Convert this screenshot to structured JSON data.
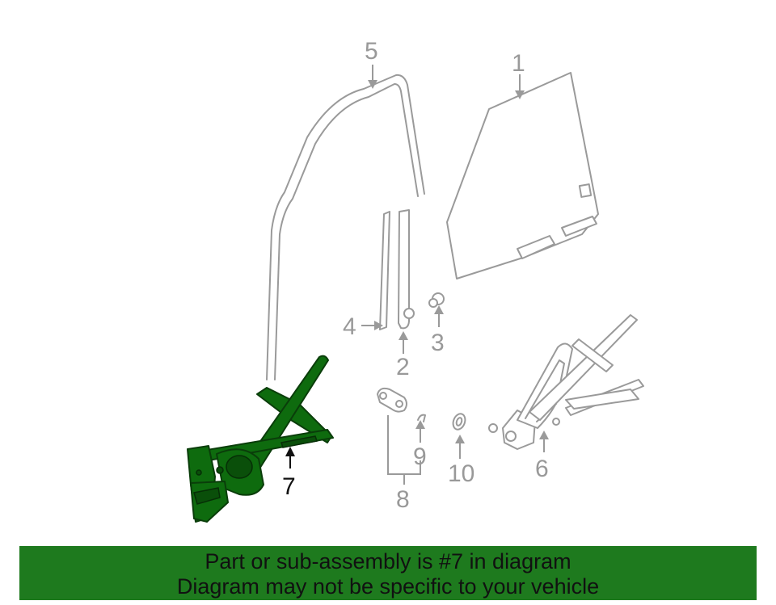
{
  "diagram": {
    "callouts": {
      "c1": "1",
      "c2": "2",
      "c3": "3",
      "c4": "4",
      "c5": "5",
      "c6": "6",
      "c7": "7",
      "c8": "8",
      "c9": "9",
      "c10": "10"
    },
    "highlighted_part": "7",
    "colors": {
      "highlight": "#0e6b0e",
      "outline": "#9a9a9a",
      "banner": "#1e7a1e"
    }
  },
  "banner": {
    "line1": "Part or sub-assembly is #7 in diagram",
    "line2": "Diagram may not be specific to your vehicle"
  }
}
